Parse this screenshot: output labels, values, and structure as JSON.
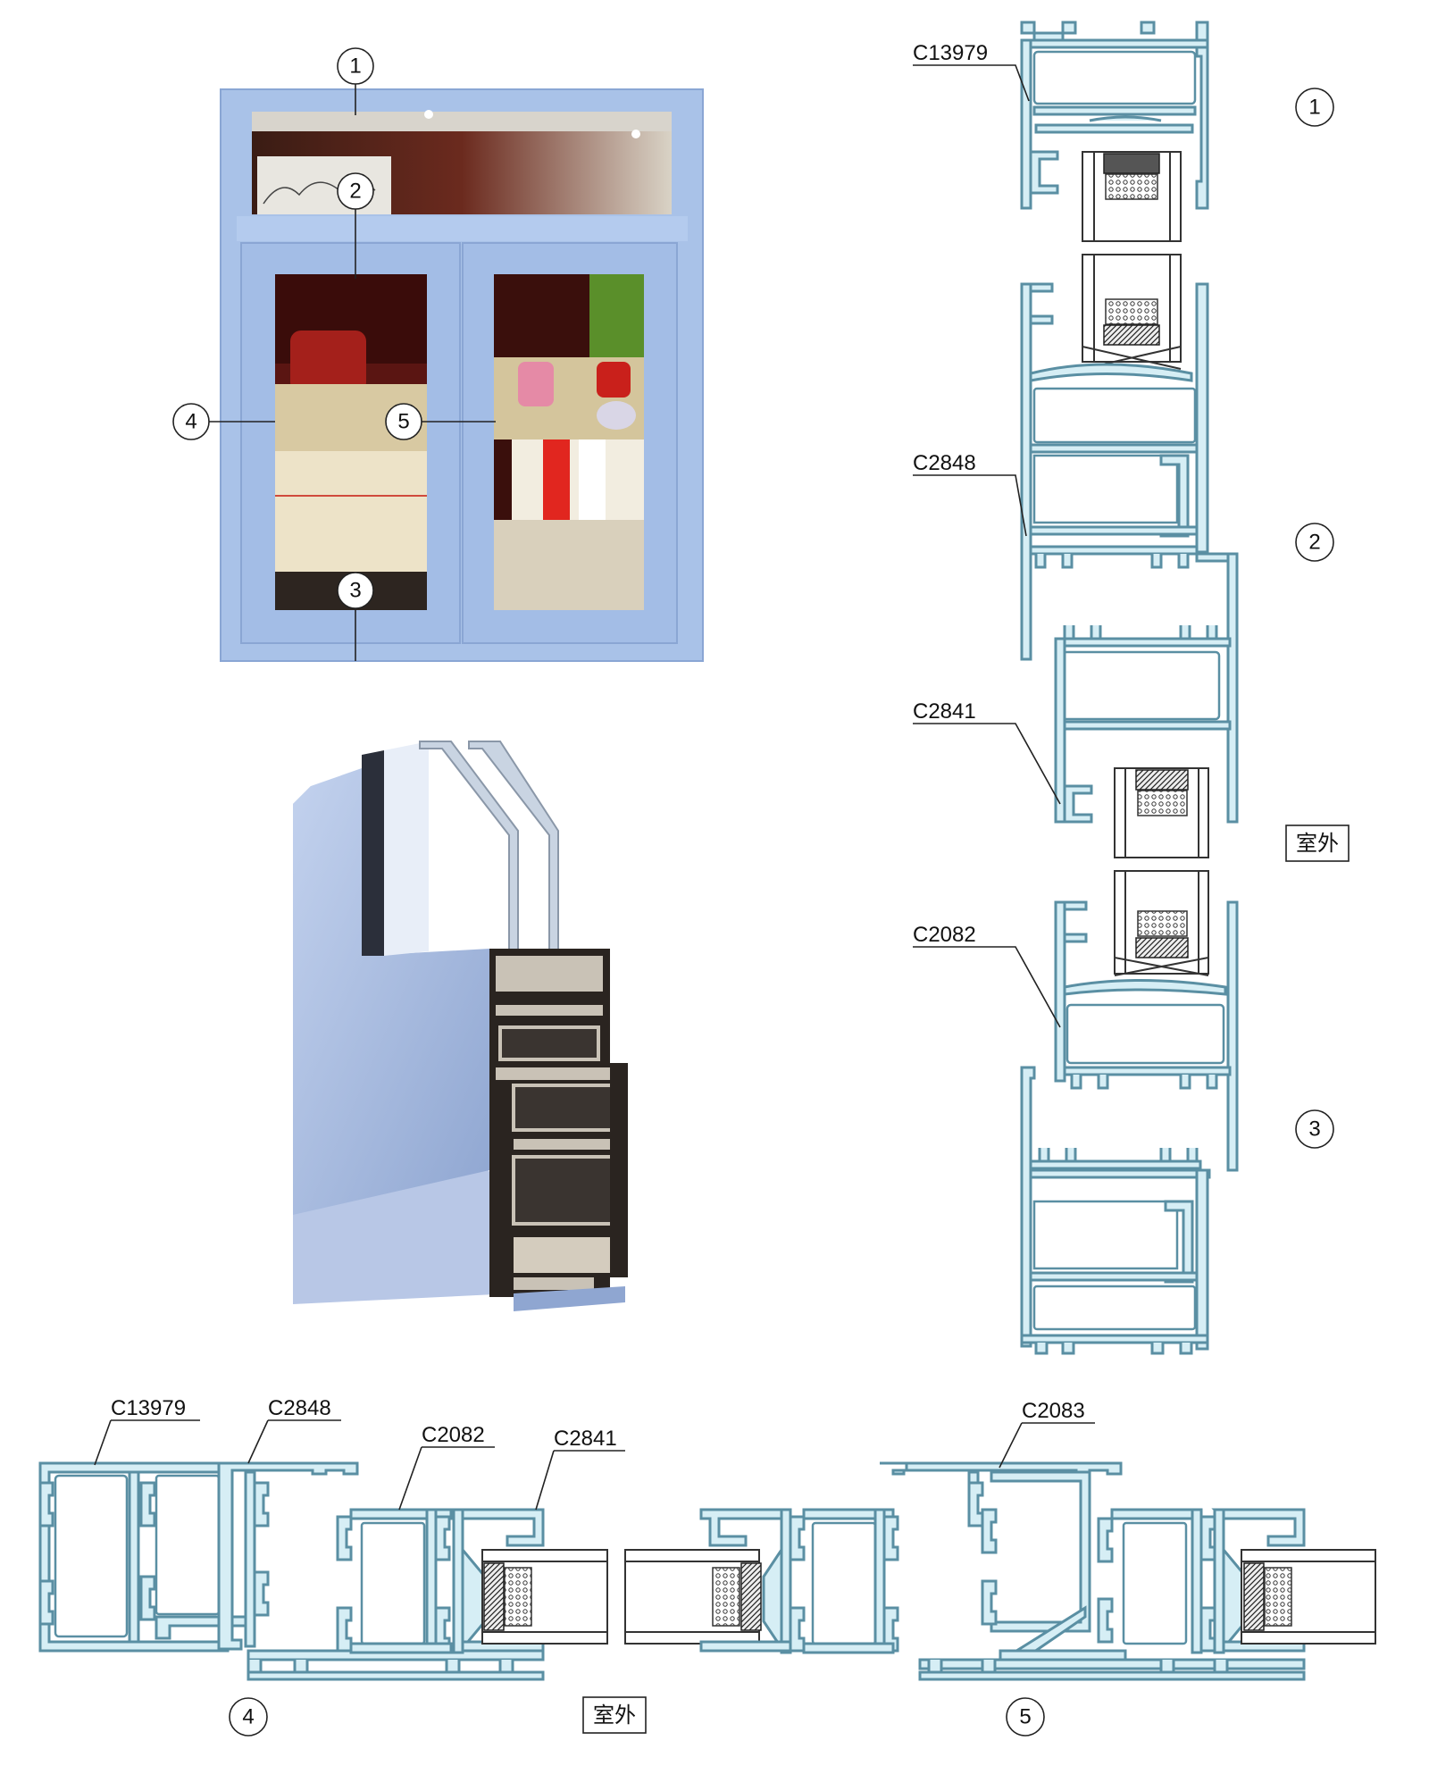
{
  "callouts_photo": [
    "1",
    "2",
    "3",
    "4",
    "5"
  ],
  "vertical_section": {
    "markers": [
      "1",
      "2",
      "3"
    ],
    "profile_codes": [
      "C13979",
      "C2848",
      "C2841",
      "C2082"
    ],
    "outdoor_label": "室外"
  },
  "horizontal_section": {
    "markers": [
      "4",
      "5"
    ],
    "profile_codes_left": [
      "C13979",
      "C2848",
      "C2082",
      "C2841"
    ],
    "profile_code_right": "C2083",
    "outdoor_label": "室外"
  },
  "colors": {
    "frame_blue": "#a9c2e8",
    "profile_fill": "#d6eef5",
    "profile_stroke": "#5a8fa3",
    "dark_profile": "#2a2420"
  }
}
